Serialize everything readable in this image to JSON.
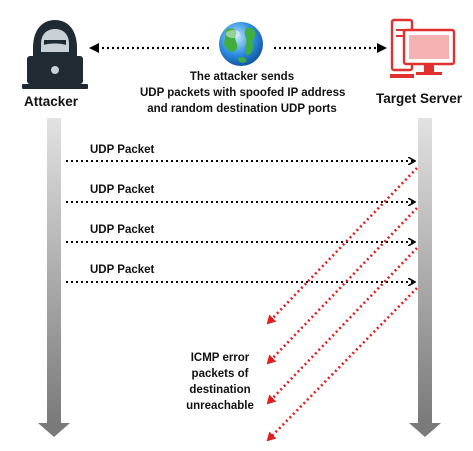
{
  "attacker": {
    "label": "Attacker",
    "icon": "hooded-hacker-icon"
  },
  "target": {
    "label": "Target Server",
    "icon": "server-computer-icon"
  },
  "internet": {
    "icon": "globe-icon"
  },
  "description": {
    "line1": "The attacker sends",
    "line2": "UDP packets with spoofed IP address",
    "line3": "and random destination UDP ports"
  },
  "packets": [
    {
      "label": "UDP Packet"
    },
    {
      "label": "UDP Packet"
    },
    {
      "label": "UDP Packet"
    },
    {
      "label": "UDP Packet"
    }
  ],
  "icmp": {
    "line1": "ICMP error",
    "line2": "packets of",
    "line3": "destination",
    "line4": "unreachable"
  },
  "colors": {
    "udp_arrow": "#000000",
    "icmp_arrow": "#e02020",
    "lifeline_light": "#d6d6d6",
    "lifeline_dark": "#7a7a7a",
    "target_icon": "#e03030"
  }
}
